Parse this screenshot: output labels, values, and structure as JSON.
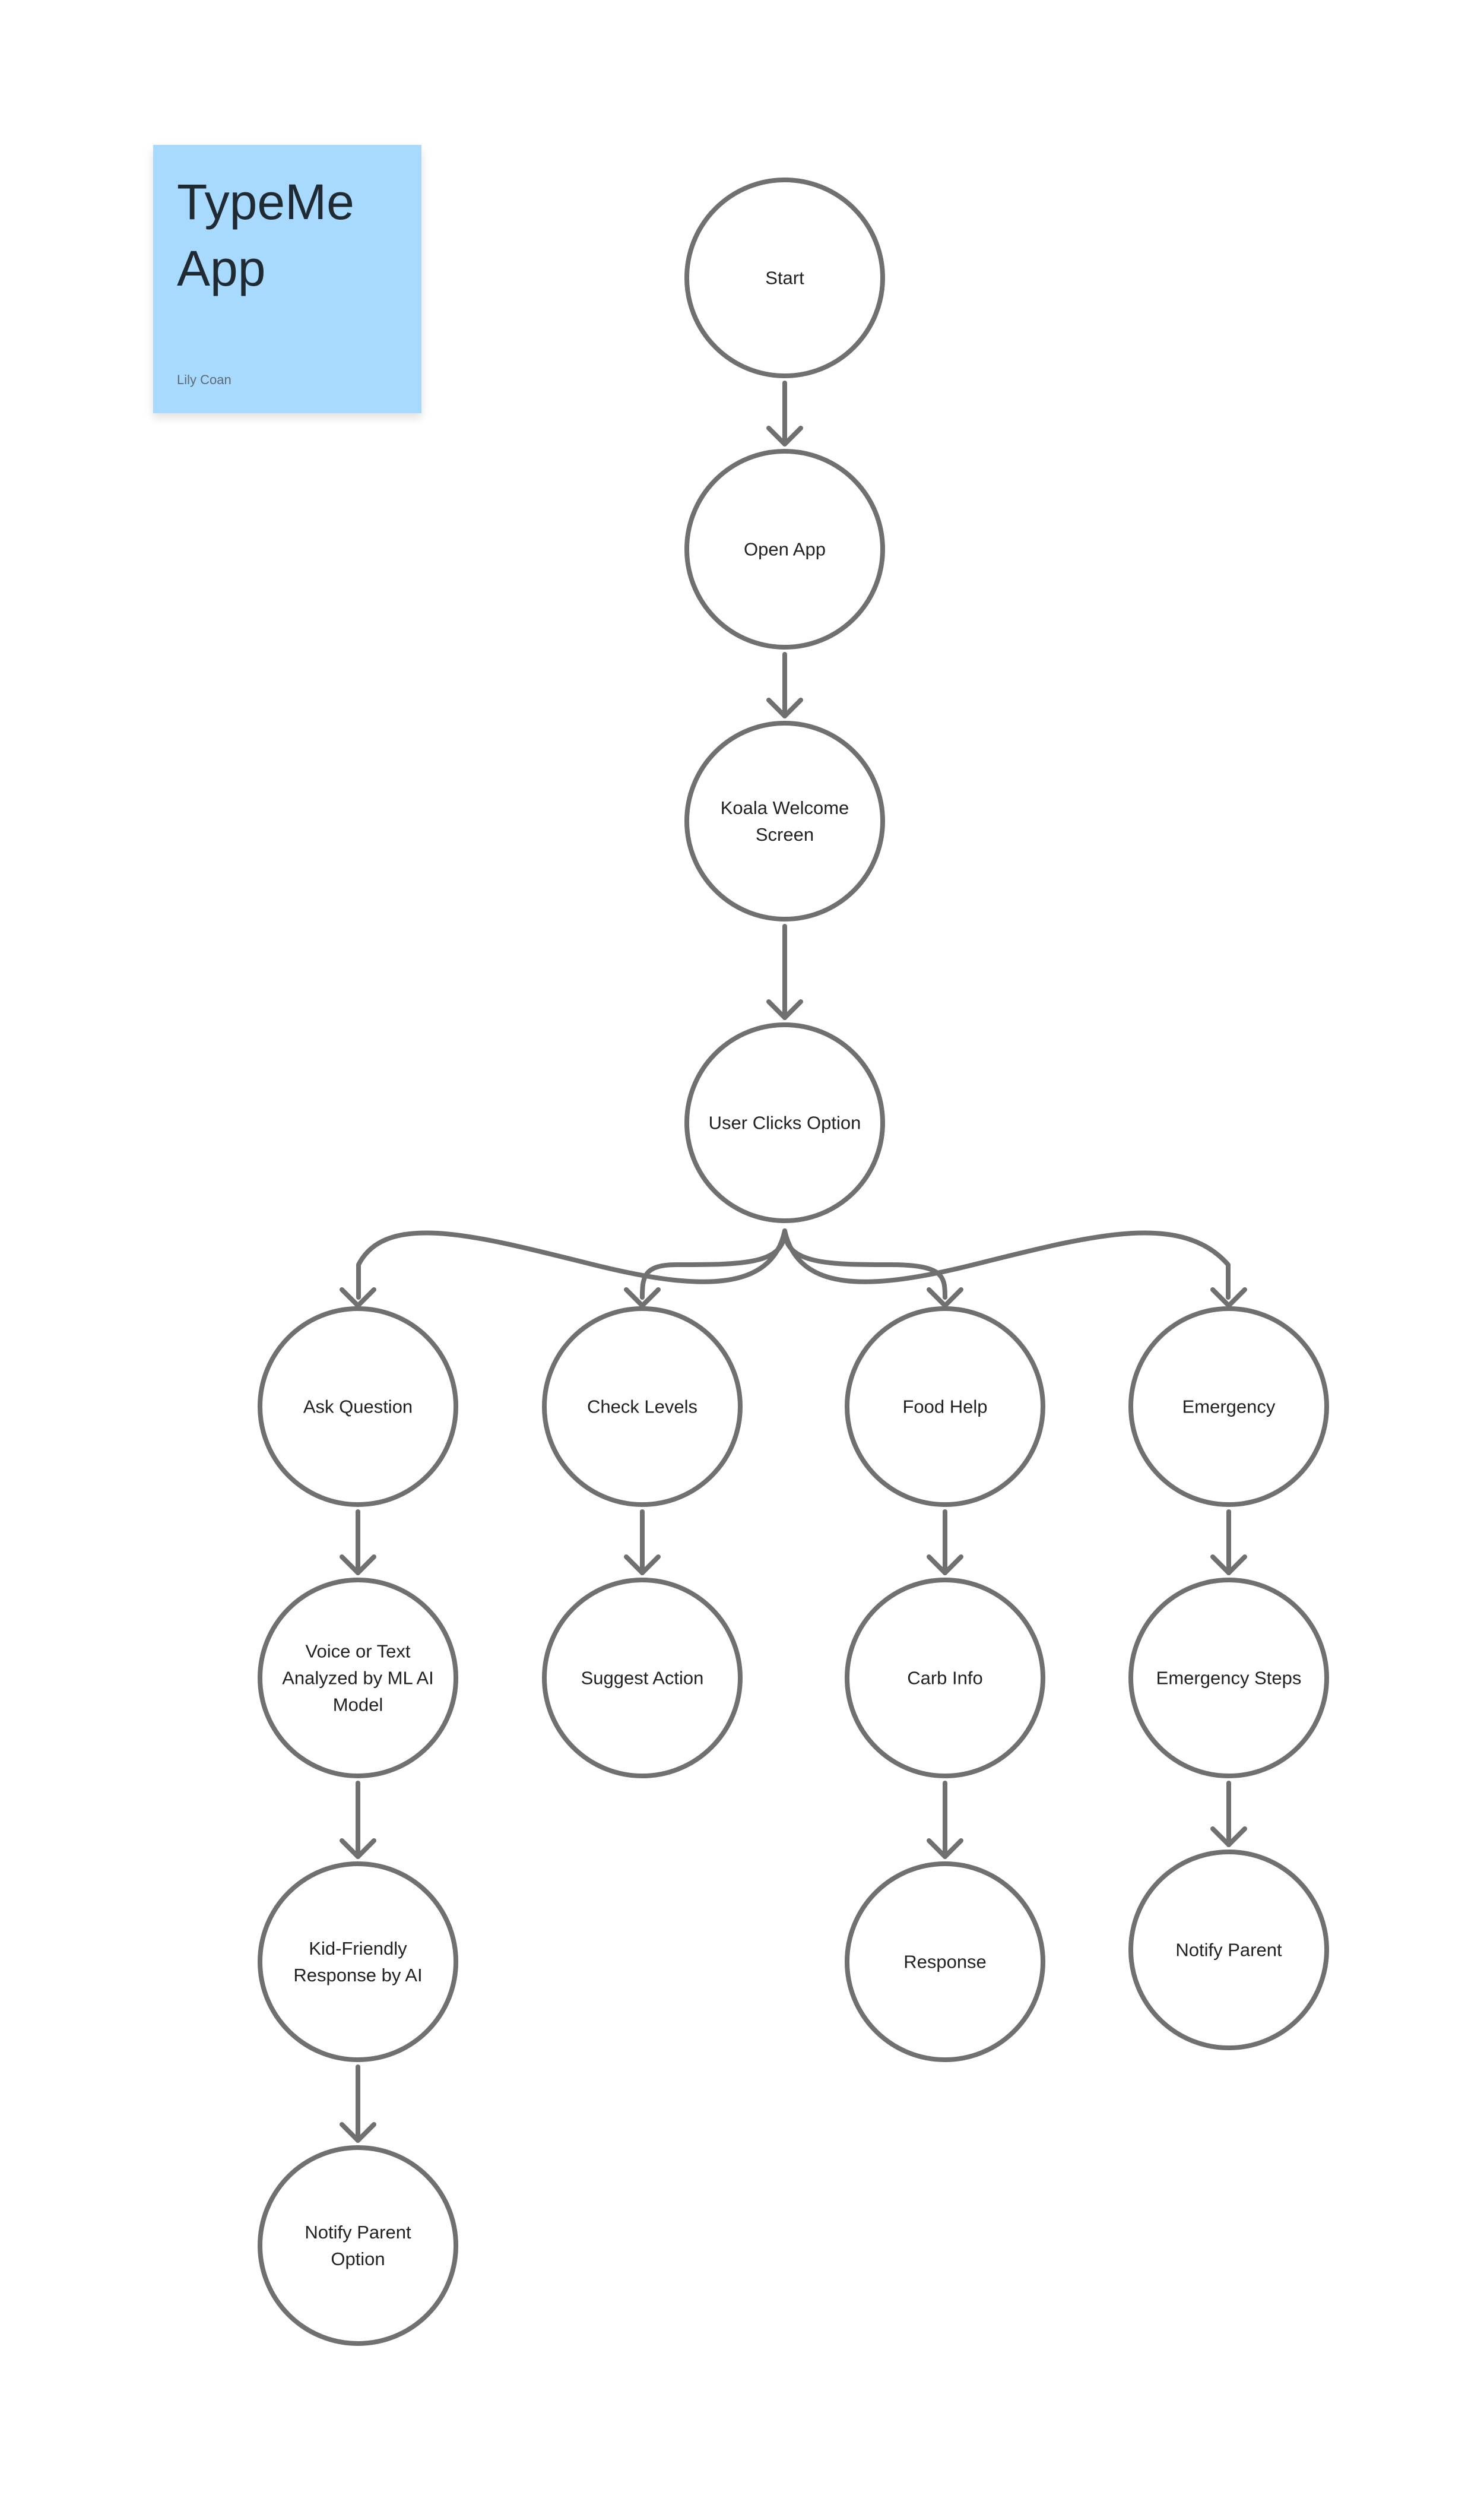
{
  "sticky_note": {
    "title": "TypeMe App",
    "author": "Lily Coan"
  },
  "colors": {
    "sticky_background": "#a8d9fe",
    "node_stroke": "#707070",
    "text": "#222222"
  },
  "flow": {
    "nodes": [
      {
        "id": "start",
        "label": "Start"
      },
      {
        "id": "open-app",
        "label": "Open App"
      },
      {
        "id": "koala-welcome",
        "label": "Koala Welcome Screen"
      },
      {
        "id": "user-clicks",
        "label": "User Clicks Option"
      },
      {
        "id": "ask-question",
        "label": "Ask Question"
      },
      {
        "id": "check-levels",
        "label": "Check Levels"
      },
      {
        "id": "food-help",
        "label": "Food Help"
      },
      {
        "id": "emergency",
        "label": "Emergency"
      },
      {
        "id": "voice-text",
        "label": "Voice or Text Analyzed by ML AI Model"
      },
      {
        "id": "suggest-action",
        "label": "Suggest Action"
      },
      {
        "id": "carb-info",
        "label": "Carb Info"
      },
      {
        "id": "emergency-steps",
        "label": "Emergency Steps"
      },
      {
        "id": "kid-friendly",
        "label": "Kid-Friendly Response by AI"
      },
      {
        "id": "response",
        "label": "Response"
      },
      {
        "id": "notify-parent",
        "label": "Notify Parent"
      },
      {
        "id": "notify-parent-option",
        "label": "Notify Parent Option"
      }
    ],
    "edges": [
      {
        "from": "start",
        "to": "open-app"
      },
      {
        "from": "open-app",
        "to": "koala-welcome"
      },
      {
        "from": "koala-welcome",
        "to": "user-clicks"
      },
      {
        "from": "user-clicks",
        "to": "ask-question"
      },
      {
        "from": "user-clicks",
        "to": "check-levels"
      },
      {
        "from": "user-clicks",
        "to": "food-help"
      },
      {
        "from": "user-clicks",
        "to": "emergency"
      },
      {
        "from": "ask-question",
        "to": "voice-text"
      },
      {
        "from": "voice-text",
        "to": "kid-friendly"
      },
      {
        "from": "kid-friendly",
        "to": "notify-parent-option"
      },
      {
        "from": "check-levels",
        "to": "suggest-action"
      },
      {
        "from": "food-help",
        "to": "carb-info"
      },
      {
        "from": "carb-info",
        "to": "response"
      },
      {
        "from": "emergency",
        "to": "emergency-steps"
      },
      {
        "from": "emergency-steps",
        "to": "notify-parent"
      }
    ]
  }
}
